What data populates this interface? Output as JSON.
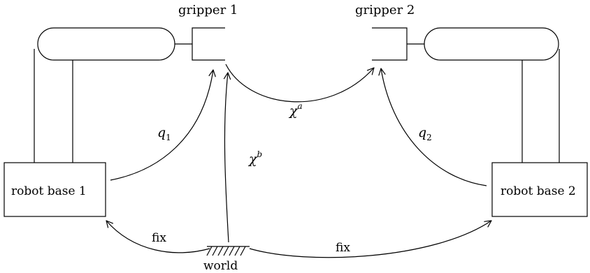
{
  "labels": {
    "gripper1": "gripper 1",
    "gripper2": "gripper 2",
    "base1": "robot base 1",
    "base2": "robot base 2",
    "world": "world",
    "fix_left": "fix",
    "fix_right": "fix",
    "chi": "χ",
    "chi_a_sup": "a",
    "chi_b_sup": "b",
    "q": "q",
    "q1_sub": "1",
    "q2_sub": "2"
  }
}
